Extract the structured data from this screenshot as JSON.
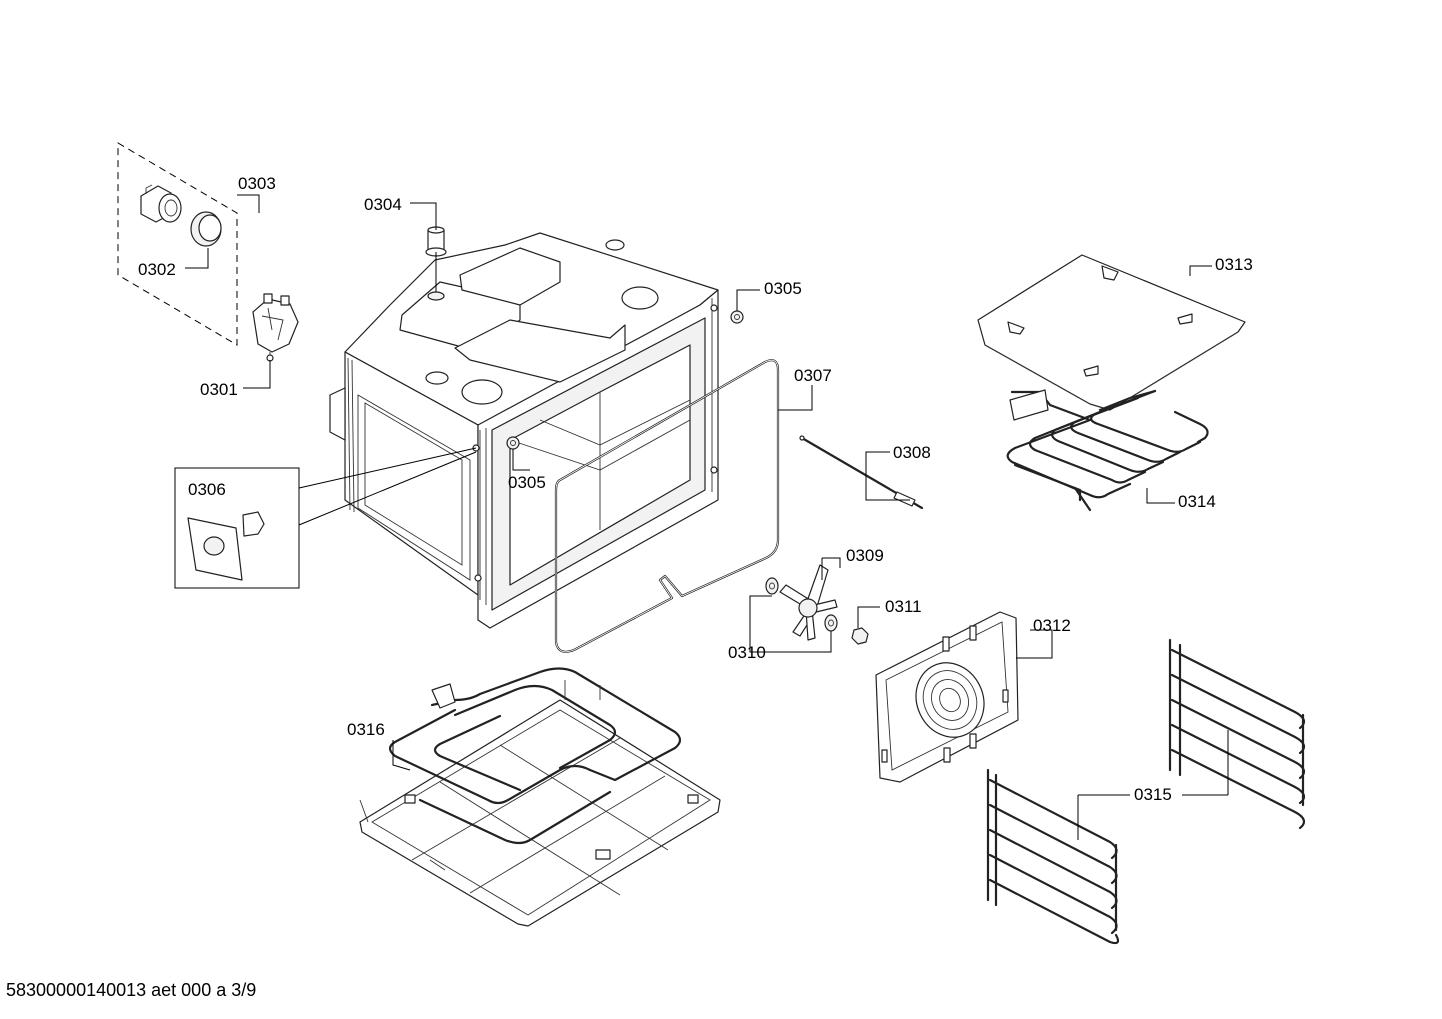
{
  "callouts": {
    "p0301": "0301",
    "p0302": "0302",
    "p0303": "0303",
    "p0304": "0304",
    "p0305a": "0305",
    "p0305b": "0305",
    "p0306": "0306",
    "p0307": "0307",
    "p0308": "0308",
    "p0309": "0309",
    "p0310": "0310",
    "p0311": "0311",
    "p0312": "0312",
    "p0313": "0313",
    "p0314": "0314",
    "p0315": "0315",
    "p0316": "0316"
  },
  "footer": {
    "document_number": "58300000140013 aet 000 a 3/9"
  }
}
